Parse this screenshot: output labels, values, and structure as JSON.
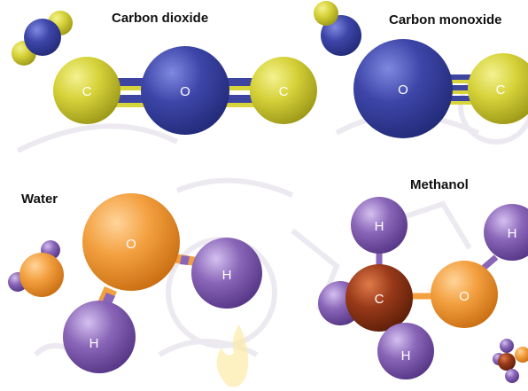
{
  "molecules": {
    "carbon_dioxide": {
      "title": "Carbon dioxide",
      "atoms": {
        "left": "C",
        "center": "O",
        "right": "C"
      }
    },
    "carbon_monoxide": {
      "title": "Carbon monoxide",
      "atoms": {
        "left": "O",
        "right": "C"
      }
    },
    "water": {
      "title": "Water",
      "atoms": {
        "oxygen": "O",
        "hydrogen_right": "H",
        "hydrogen_bottom": "H"
      }
    },
    "methanol": {
      "title": "Methanol",
      "atoms": {
        "hydrogen_top": "H",
        "carbon": "C",
        "oxygen": "O",
        "hydrogen_oxygen": "H",
        "hydrogen_bottom": "H"
      }
    }
  },
  "colors": {
    "carbon_yellow": "#d6d23a",
    "oxygen_blue": "#3d46a8",
    "oxygen_orange": "#f3a040",
    "hydrogen_purple": "#8a66b8",
    "carbon_brown": "#9a3a1a",
    "bond_blue": "#3e45a0",
    "bond_yellow": "#d8d43c",
    "background_sketch": "#f0eef2"
  }
}
